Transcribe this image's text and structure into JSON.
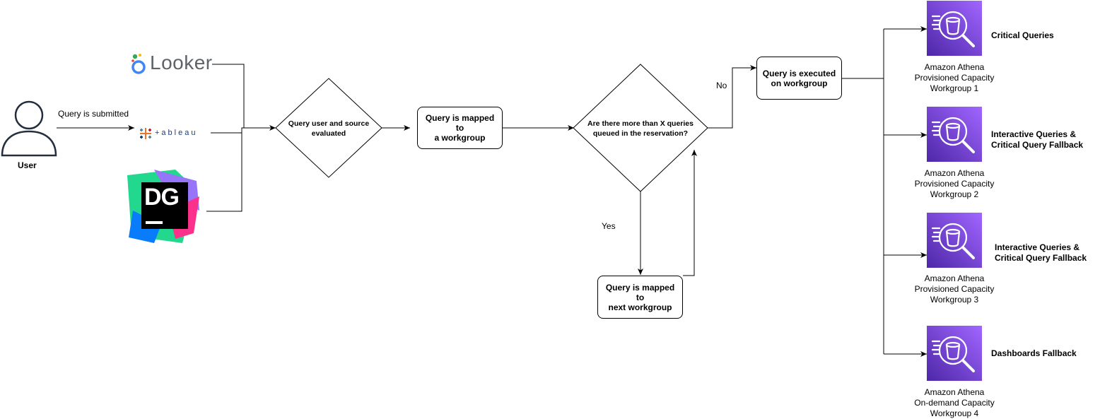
{
  "user": {
    "label": "User"
  },
  "edges": {
    "submitted": "Query is submitted",
    "no": "No",
    "yes": "Yes"
  },
  "tools": {
    "looker": "Looker",
    "tableau": "+ableau",
    "datagrip": "DG"
  },
  "steps": {
    "evaluate": [
      "Query user and source",
      "evaluated"
    ],
    "mapped": [
      "Query is mapped to",
      "a workgroup"
    ],
    "decision": [
      "Are there more than X queries",
      "queued in the reservation?"
    ],
    "executed": [
      "Query is executed",
      "on workgroup"
    ],
    "next": [
      "Query is mapped to",
      "next workgroup"
    ]
  },
  "workgroups": [
    {
      "title": [
        "Critical Queries"
      ],
      "label": [
        "Amazon Athena",
        "Provisioned Capacity",
        "Workgroup 1"
      ]
    },
    {
      "title": [
        "Interactive Queries &",
        "Critical Query Fallback"
      ],
      "label": [
        "Amazon Athena",
        "Provisioned Capacity",
        "Workgroup 2"
      ]
    },
    {
      "title": [
        "Interactive Queries &",
        "Critical Query Fallback"
      ],
      "label": [
        "Amazon Athena",
        "Provisioned Capacity",
        "Workgroup 3"
      ]
    },
    {
      "title": [
        "Dashboards Fallback"
      ],
      "label": [
        "Amazon Athena",
        "On-demand Capacity",
        "Workgroup 4"
      ]
    }
  ],
  "colors": {
    "athena_purple": "#8c4fff",
    "athena_purple_dark": "#5a30b5",
    "line": "#000000"
  }
}
